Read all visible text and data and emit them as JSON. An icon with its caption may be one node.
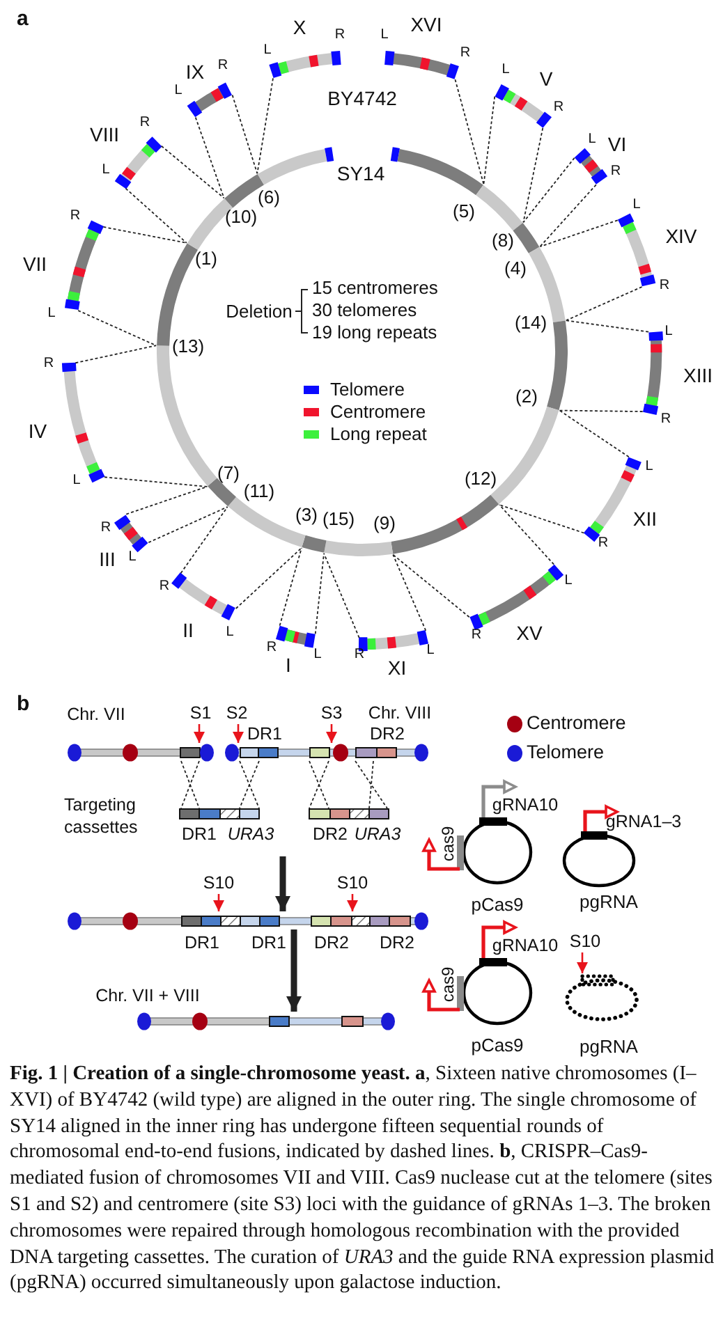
{
  "diagram": {
    "caption": "**Fig. 1 | Creation of a single-chromosome yeast.** **a**, Sixteen native chromosomes (I–XVI) of BY4742 (wild type) are aligned in the outer ring. The single chromosome of SY14 aligned in the inner ring has undergone fifteen sequential rounds of chromosomal end-to-end fusions, indicated by dashed lines. **b**, CRISPR–Cas9-mediated fusion of chromosomes VII and VIII. Cas9 nuclease cut at the telomere (sites S1 and S2) and centromere (site S3) loci with the guidance of gRNAs 1–3. The broken chromosomes were repaired through homologous recombination with the provided DNA targeting cassettes. The curation of *URA3* and the guide RNA expression plasmid (pgRNA) occurred simultaneously upon galactose induction.",
    "nodes": [
      {
        "text": [
          "X",
          "L",
          "R"
        ]
      },
      {
        "text": [
          "XVI",
          "L",
          "R"
        ]
      },
      {
        "text": [
          "V",
          "L",
          "R"
        ]
      },
      {
        "text": [
          "VI",
          "L",
          "R"
        ]
      },
      {
        "text": [
          "XIV",
          "L",
          "R"
        ]
      },
      {
        "text": [
          "XIII",
          "L",
          "R"
        ]
      },
      {
        "text": [
          "L",
          "XII",
          "R"
        ]
      },
      {
        "text": [
          "XV",
          "L",
          "R"
        ]
      },
      {
        "text": [
          "XI",
          "L",
          "R"
        ]
      },
      {
        "text": [
          "I",
          "L",
          "R"
        ]
      },
      {
        "text": [
          "II",
          "L",
          "R"
        ]
      },
      {
        "text": [
          "III",
          "L",
          "R"
        ]
      },
      {
        "text": [
          "IV",
          "L",
          "R"
        ]
      },
      {
        "text": [
          "VII",
          "L",
          "R"
        ]
      },
      {
        "text": [
          "VIII",
          "L",
          "R"
        ]
      },
      {
        "text": [
          "IX",
          "L",
          "R"
        ]
      },
      {
        "text": [
          "SY14"
        ]
      },
      {
        "text": [
          "Chr. VII"
        ]
      },
      {
        "text": [
          "Chr. VIII",
          "DR1",
          "DR2"
        ]
      },
      {
        "text": [
          "DR1",
          "URA3"
        ]
      },
      {
        "text": [
          "DR2",
          "URA3"
        ]
      },
      {
        "text": [
          "DR1",
          "DR1",
          "DR2",
          "DR2"
        ]
      },
      {
        "text": [
          "Chr. VII + VIII"
        ]
      },
      {
        "text": [
          "gRNA10",
          "cas9",
          "pCas9"
        ]
      },
      {
        "text": [
          "gRNA1–3",
          "pgRNA"
        ]
      },
      {
        "text": [
          "gRNA10",
          "cas9",
          "pCas9"
        ]
      },
      {
        "text": [
          "pgRNA"
        ]
      }
    ],
    "edges": [
      {
        "from": 0,
        "to": 16,
        "arrow": "none",
        "style": "dashed"
      },
      {
        "from": 1,
        "to": 16,
        "arrow": "none",
        "style": "dashed"
      },
      {
        "from": 2,
        "to": 16,
        "arrow": "none",
        "style": "dashed"
      },
      {
        "from": 2,
        "to": 16,
        "arrow": "none",
        "style": "dashed"
      },
      {
        "from": 3,
        "to": 16,
        "arrow": "none",
        "style": "dashed"
      },
      {
        "from": 3,
        "to": 16,
        "arrow": "none",
        "style": "dashed"
      },
      {
        "from": 4,
        "to": 16,
        "arrow": "none",
        "style": "dashed"
      },
      {
        "from": 4,
        "to": 16,
        "arrow": "none",
        "style": "dashed"
      },
      {
        "from": 5,
        "to": 16,
        "arrow": "none",
        "style": "dashed"
      },
      {
        "from": 5,
        "to": 16,
        "arrow": "none",
        "style": "dashed"
      },
      {
        "from": 6,
        "to": 16,
        "arrow": "none",
        "style": "dashed"
      },
      {
        "from": 6,
        "to": 16,
        "arrow": "none",
        "style": "dashed"
      },
      {
        "from": 7,
        "to": 16,
        "arrow": "none",
        "style": "dashed"
      },
      {
        "from": 7,
        "to": 16,
        "arrow": "none",
        "style": "dashed"
      },
      {
        "from": 8,
        "to": 16,
        "arrow": "none",
        "style": "dashed"
      },
      {
        "from": 8,
        "to": 16,
        "arrow": "none",
        "style": "dashed"
      },
      {
        "from": 9,
        "to": 16,
        "arrow": "none",
        "style": "dashed"
      },
      {
        "from": 9,
        "to": 16,
        "arrow": "none",
        "style": "dashed"
      },
      {
        "from": 10,
        "to": 16,
        "arrow": "none",
        "style": "dashed"
      },
      {
        "from": 10,
        "to": 16,
        "arrow": "none",
        "style": "dashed"
      },
      {
        "from": 11,
        "to": 16,
        "arrow": "none",
        "style": "dashed"
      },
      {
        "from": 11,
        "to": 16,
        "arrow": "none",
        "style": "dashed"
      },
      {
        "from": 12,
        "to": 16,
        "arrow": "none",
        "style": "dashed"
      },
      {
        "from": 12,
        "to": 16,
        "arrow": "none",
        "style": "dashed"
      },
      {
        "from": 13,
        "to": 16,
        "arrow": "none",
        "style": "dashed"
      },
      {
        "from": 13,
        "to": 16,
        "arrow": "none",
        "style": "dashed"
      },
      {
        "from": 14,
        "to": 16,
        "arrow": "none",
        "style": "dashed"
      },
      {
        "from": 14,
        "to": 16,
        "arrow": "none",
        "style": "dashed"
      },
      {
        "from": 15,
        "to": 16,
        "arrow": "none",
        "style": "dashed"
      },
      {
        "from": 15,
        "to": 16,
        "arrow": "none",
        "style": "dashed"
      },
      {
        "from": 17,
        "to": 19,
        "arrow": "none",
        "style": "dashed"
      },
      {
        "from": 17,
        "to": 19,
        "arrow": "none",
        "style": "dashed"
      },
      {
        "from": 18,
        "to": 19,
        "arrow": "none",
        "style": "dashed"
      },
      {
        "from": 18,
        "to": 19,
        "arrow": "none",
        "style": "dashed"
      },
      {
        "from": 18,
        "to": 20,
        "arrow": "none",
        "style": "dashed"
      },
      {
        "from": 18,
        "to": 20,
        "arrow": "none",
        "style": "dashed"
      },
      {
        "from": 18,
        "to": 20,
        "arrow": "none",
        "style": "dashed"
      },
      {
        "from": 18,
        "to": 20,
        "arrow": "none",
        "style": "dashed"
      },
      {
        "from": null,
        "to": 17,
        "arrow": "to",
        "label": "S1",
        "color": "#e8141c"
      },
      {
        "from": null,
        "to": 18,
        "arrow": "to",
        "label": "S2",
        "color": "#e8141c"
      },
      {
        "from": null,
        "to": 18,
        "arrow": "to",
        "label": "S3",
        "color": "#e8141c"
      },
      {
        "from": null,
        "to": 21,
        "arrow": "to",
        "style": "thick"
      },
      {
        "from": null,
        "to": 21,
        "arrow": "to",
        "label": "S10",
        "color": "#e8141c"
      },
      {
        "from": null,
        "to": 21,
        "arrow": "to",
        "label": "S10",
        "color": "#e8141c"
      },
      {
        "from": 21,
        "to": 22,
        "arrow": "to",
        "style": "thick"
      },
      {
        "from": null,
        "to": 26,
        "arrow": "to",
        "label": "S10",
        "color": "#e8141c"
      }
    ],
    "labels": [
      "a",
      "BY4742",
      "(6)",
      "(10)",
      "(5)",
      "(1)",
      "(8)",
      "(4)",
      "(14)",
      "(13)",
      "(2)",
      "(7)",
      "(12)",
      "(11)",
      "(3)",
      "(15)",
      "(9)",
      "Deletion",
      "15 centromeres",
      "30 telomeres",
      "19 long repeats",
      "b",
      "Targeting cassettes"
    ],
    "legend": [
      {
        "text": "Telomere",
        "color": "#0a0aff"
      },
      {
        "text": "Centromere",
        "color": "#f0142d"
      },
      {
        "text": "Long repeat",
        "color": "#3cf03c"
      },
      {
        "text": "Centromere",
        "color": "#a50012"
      },
      {
        "text": "Telomere",
        "color": "#1a1ad6"
      }
    ]
  }
}
